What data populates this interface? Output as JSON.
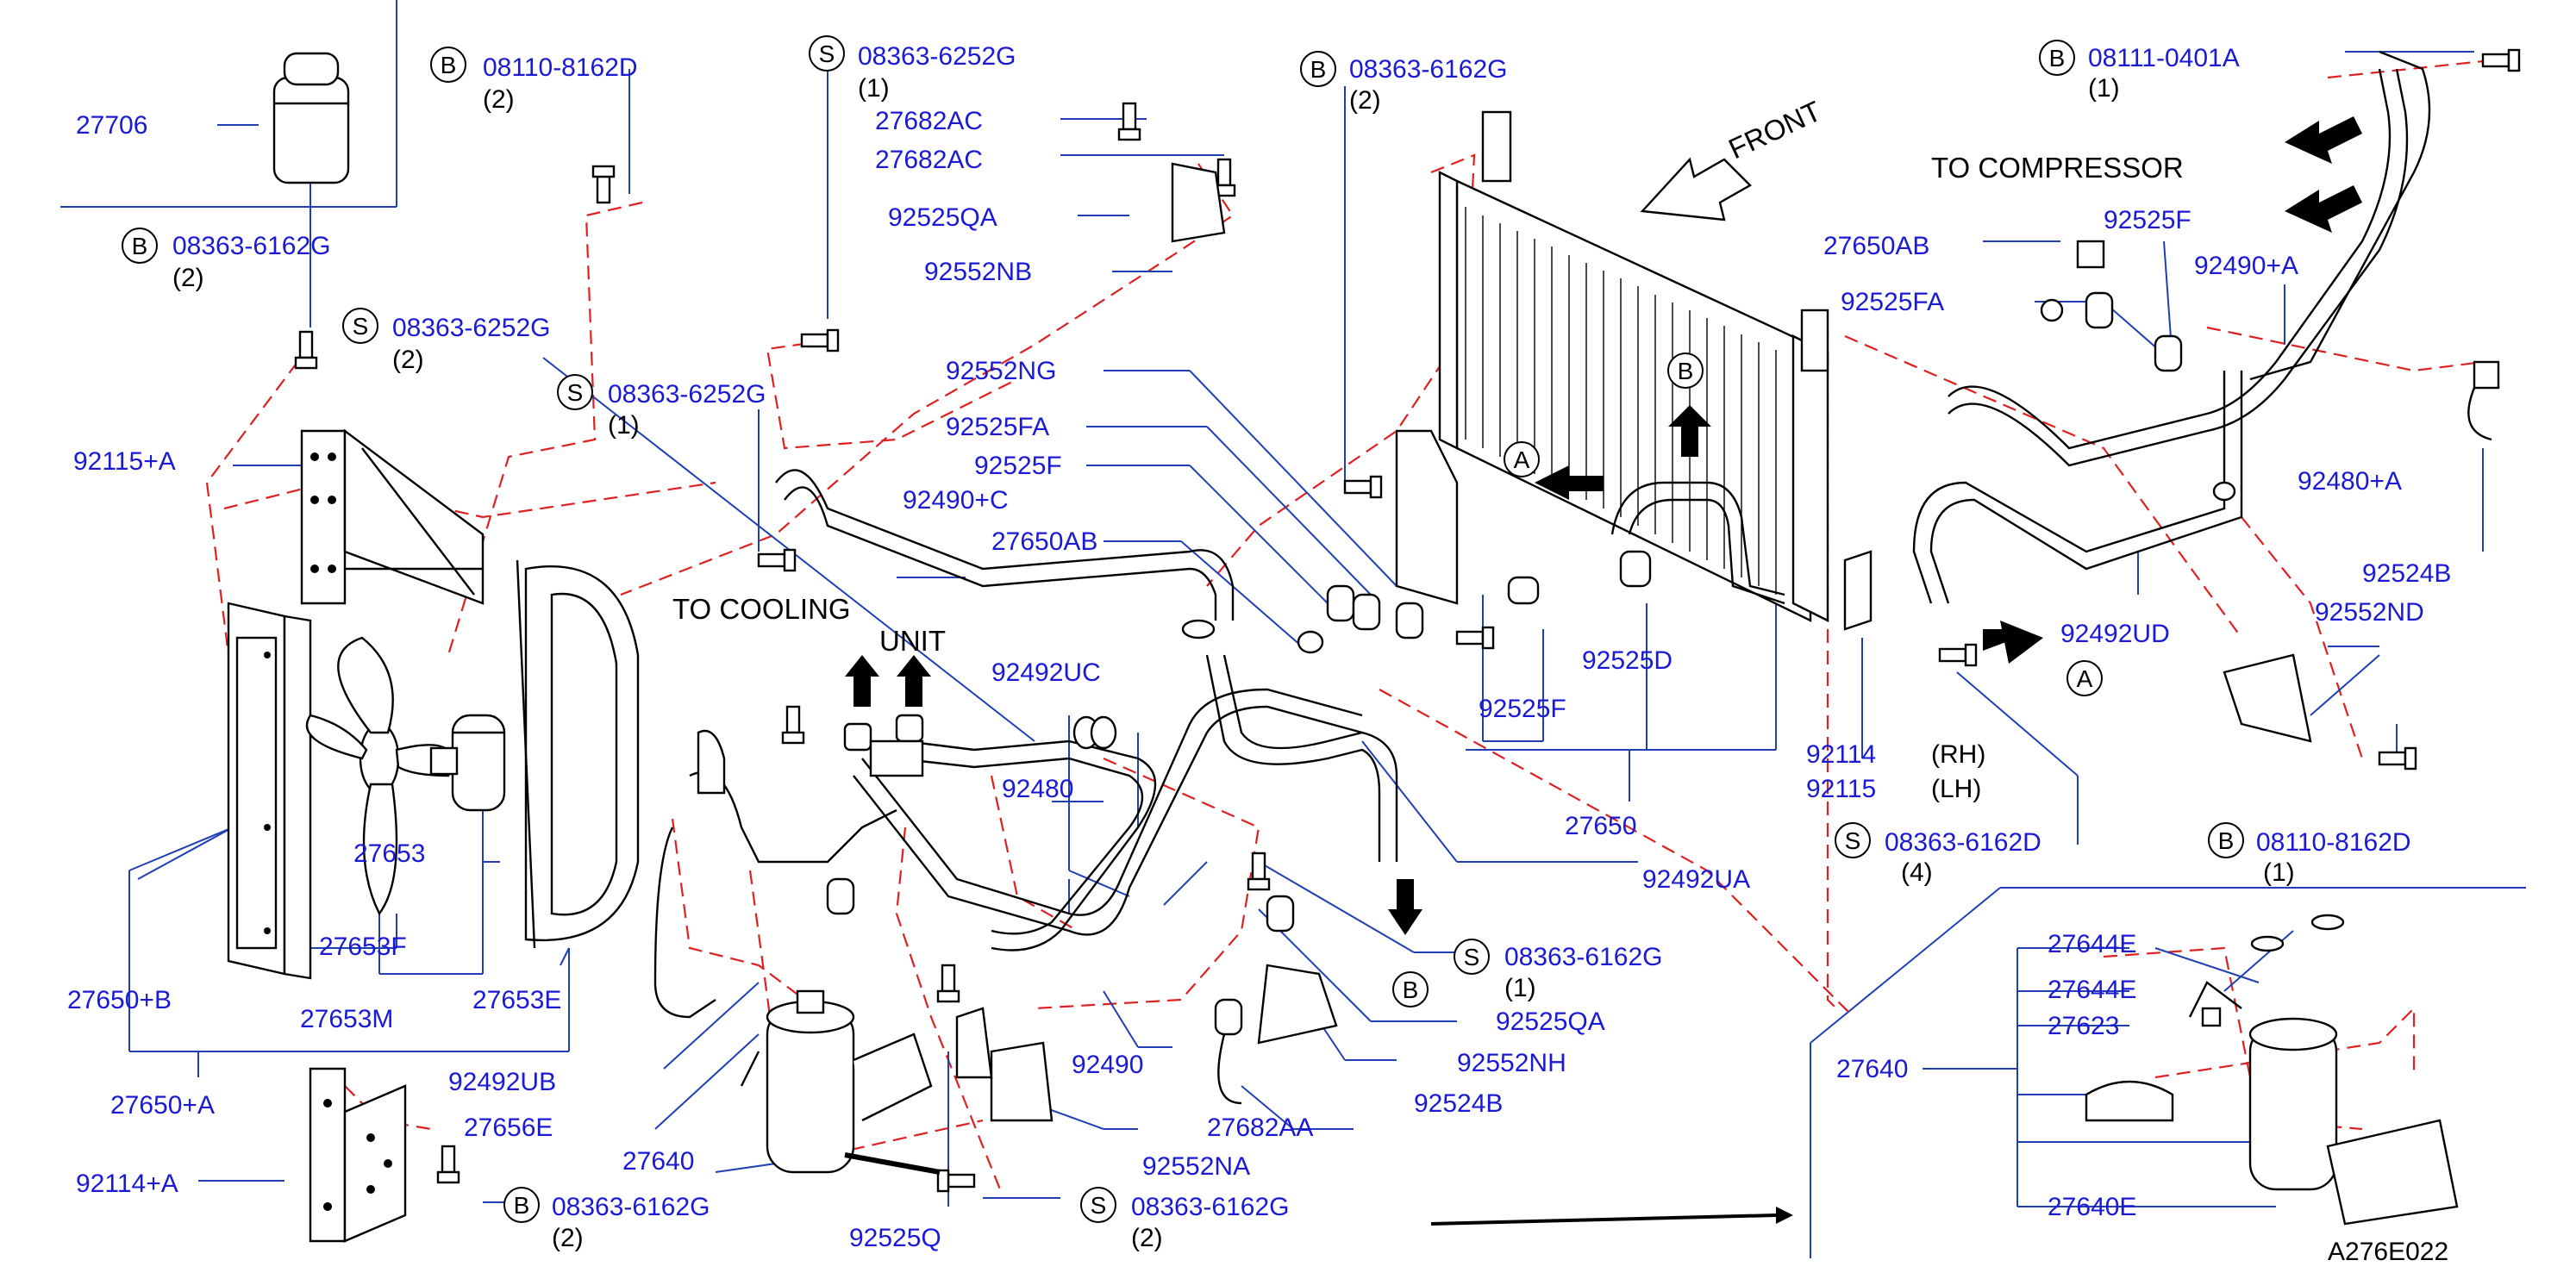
{
  "callouts": {
    "c27706": "27706",
    "c08110_8162D_top": "08110-8162D",
    "q08110_top": "(2)",
    "c08363_6252G_top": "08363-6252G",
    "q08363_6252G_top": "(1)",
    "c27682AC_1": "27682AC",
    "c27682AC_2": "27682AC",
    "c92525QA_top": "92525QA",
    "c92552NB": "92552NB",
    "c08363_6162G_top": "08363-6162G",
    "q08363_6162G_top": "(2)",
    "c08111_0401A": "08111-0401A",
    "q08111_0401A": "(1)",
    "c08363_6162G_left": "08363-6162G",
    "q08363_6162G_left": "(2)",
    "c08363_6252G_left": "08363-6252G",
    "q08363_6252G_left": "(2)",
    "c08363_6252G_mid": "08363-6252G",
    "q08363_6252G_mid": "(1)",
    "c92115A": "92115+A",
    "c92552NG": "92552NG",
    "c92525FA_mid": "92525FA",
    "c92525F_mid": "92525F",
    "c92490C": "92490+C",
    "c27650AB_mid": "27650AB",
    "c27650AB_right": "27650AB",
    "c92525F_right": "92525F",
    "c92490A": "92490+A",
    "c92525FA_right": "92525FA",
    "c92480A": "92480+A",
    "c92524B_right": "92524B",
    "c92552ND": "92552ND",
    "c92492UD": "92492UD",
    "c92492UC": "92492UC",
    "c92480": "92480",
    "c92525D": "92525D",
    "c92525F_low": "92525F",
    "c27650": "27650",
    "c92114": "92114",
    "c92115": "92115",
    "rh": "(RH)",
    "lh": "(LH)",
    "c08363_6162D": "08363-6162D",
    "q08363_6162D": "(4)",
    "c08110_8162D_right": "08110-8162D",
    "q08110_right": "(1)",
    "c92492UA": "92492UA",
    "c27653": "27653",
    "c27653F": "27653F",
    "c27653M": "27653M",
    "c27653E": "27653E",
    "c27650B": "27650+B",
    "c27650A": "27650+A",
    "c92492UB": "92492UB",
    "c27656E": "27656E",
    "c92114A": "92114+A",
    "c08363_6162G_bot": "08363-6162G",
    "q08363_6162G_bot": "(2)",
    "c27640_left": "27640",
    "c92525Q": "92525Q",
    "c08363_6162G_botmid": "08363-6162G",
    "q08363_6162G_botmid": "(2)",
    "c92552NA": "92552NA",
    "c27682AA": "27682AA",
    "c92490": "92490",
    "c92524B_low": "92524B",
    "c92552NH": "92552NH",
    "c92525QA_low": "92525QA",
    "c08363_6162G_mid": "08363-6162G",
    "q08363_6162G_mid": "(1)",
    "c27644E_1": "27644E",
    "c27644E_2": "27644E",
    "c27623": "27623",
    "c27640_right": "27640",
    "c27640E": "27640E"
  },
  "annotations": {
    "front": "FRONT",
    "to_compressor": "TO  COMPRESSOR",
    "to_cooling": "TO   COOLING",
    "unit": "UNIT",
    "figure_code": "A276E022"
  },
  "markers": {
    "B": "B",
    "S": "S",
    "A": "A"
  },
  "colors": {
    "callout_text": "#1a1ad6",
    "leader_line": "#1f3fb5",
    "dashed_line": "#e02020",
    "drawing": "#000000"
  }
}
